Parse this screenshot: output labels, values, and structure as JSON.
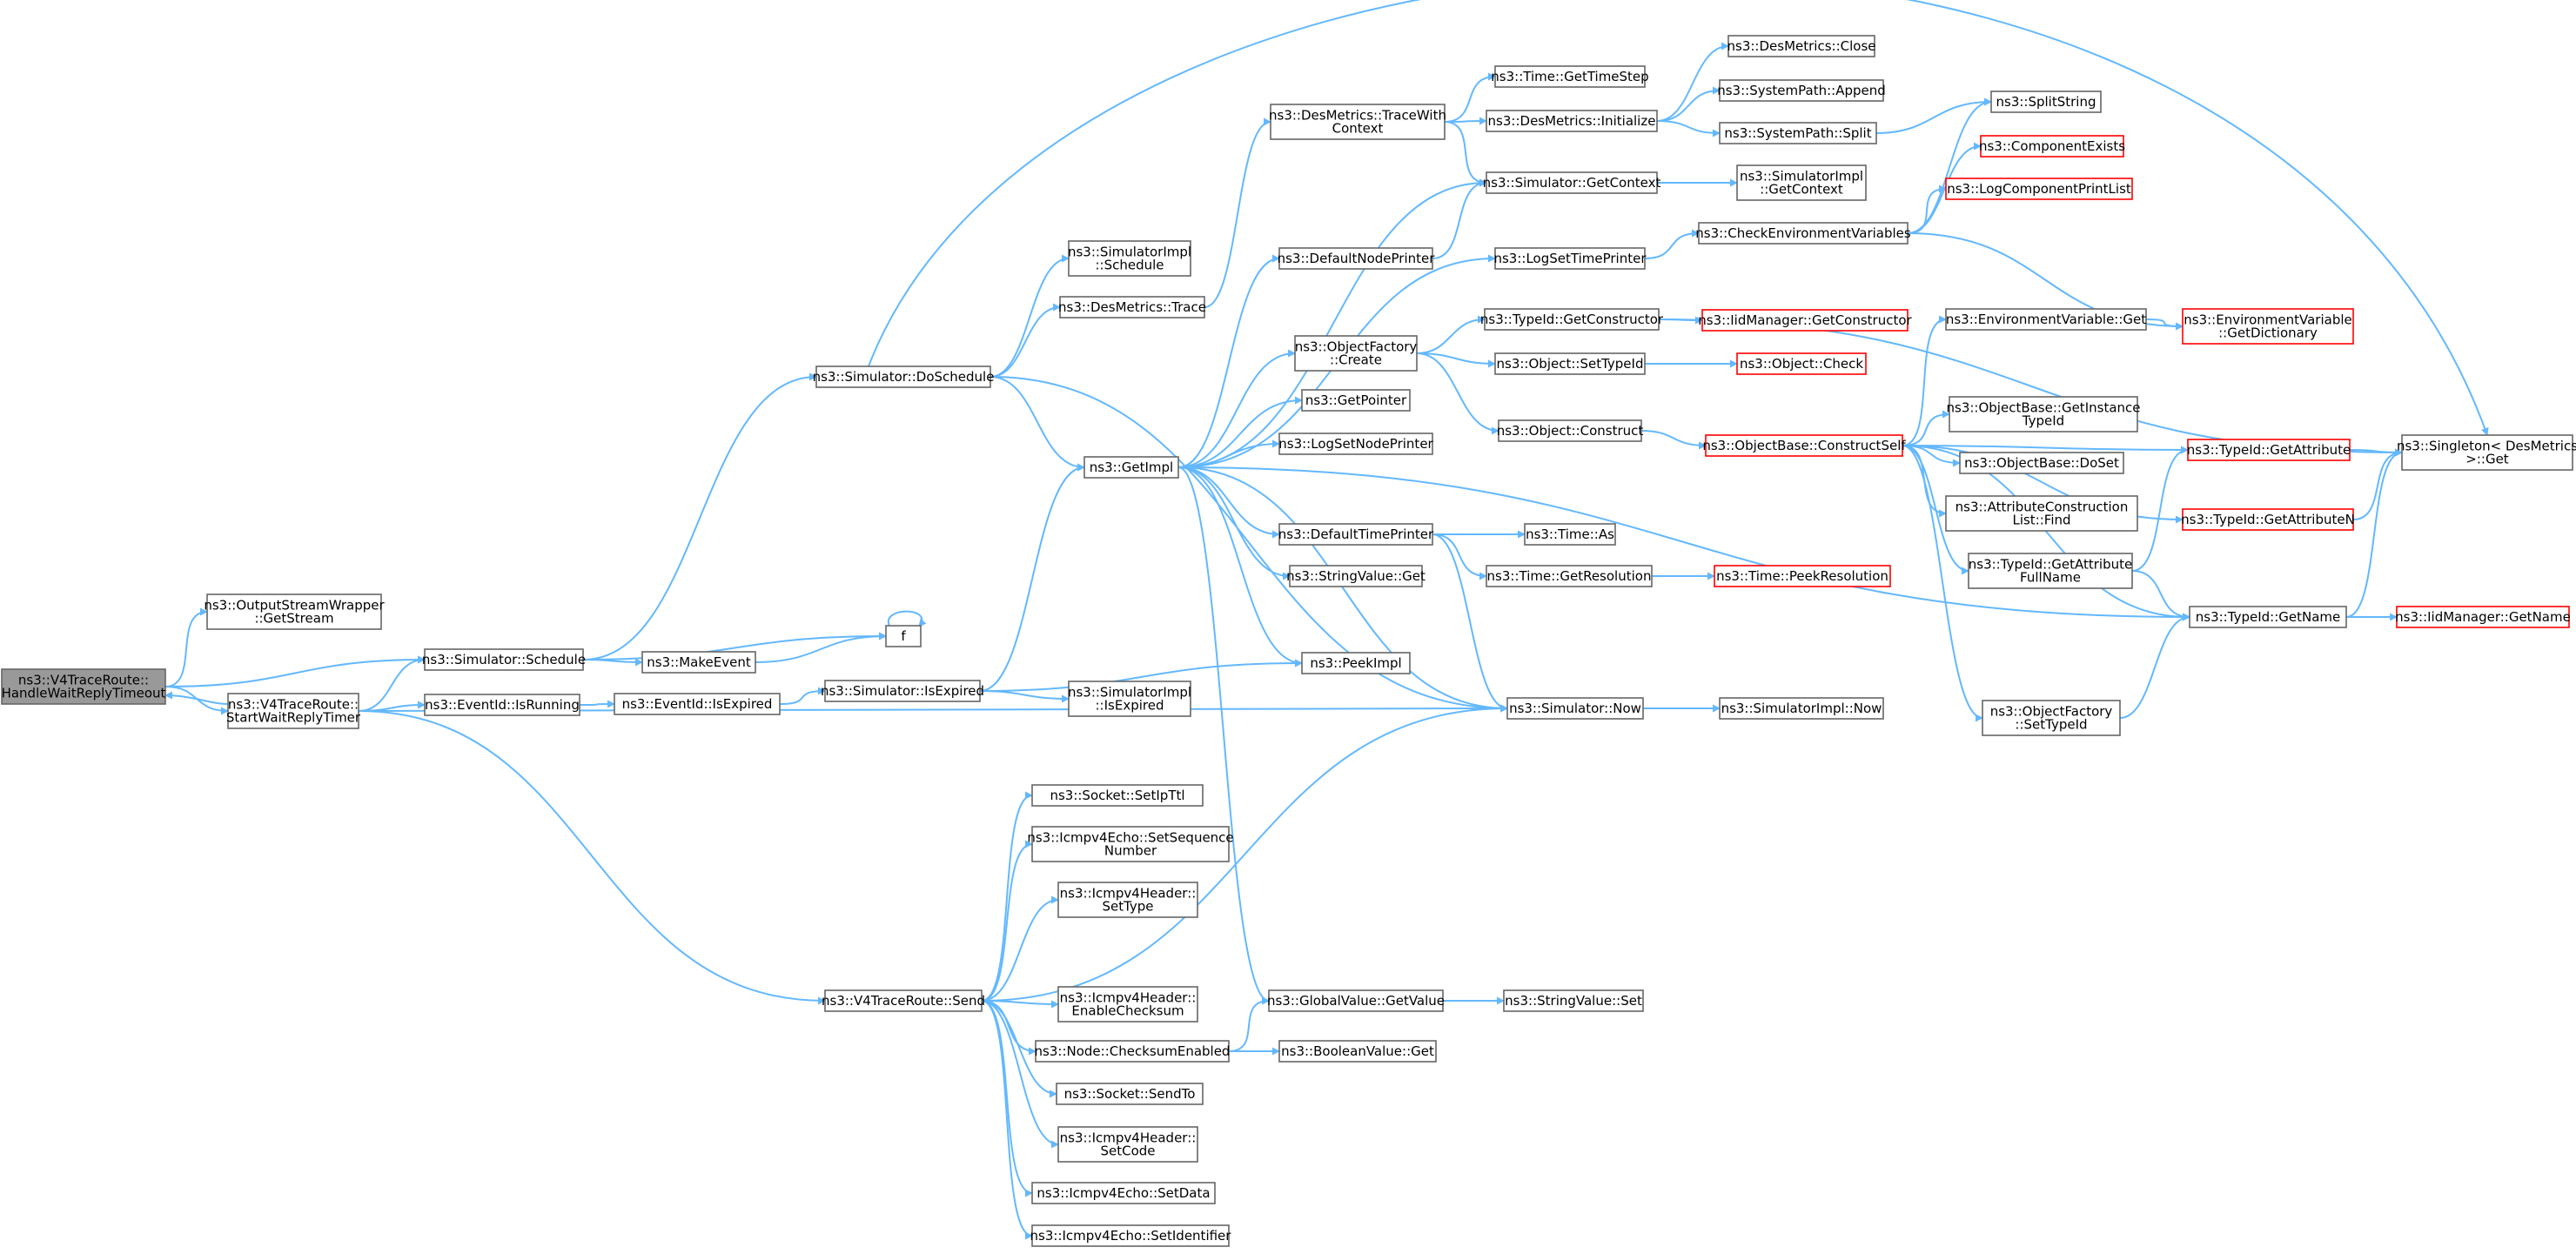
{
  "colors": {
    "edge": "#63b8ff",
    "node_border": "#666666",
    "incomplete_border": "#ff0000",
    "root_fill": "#999999"
  },
  "nodes": {
    "root": [
      "ns3::V4TraceRoute::",
      "HandleWaitReplyTimeout"
    ],
    "ow_getstream": [
      "ns3::OutputStreamWrapper",
      "::GetStream"
    ],
    "startwait": [
      "ns3::V4TraceRoute::",
      "StartWaitReplyTimer"
    ],
    "sim_schedule": [
      "ns3::Simulator::Schedule"
    ],
    "eventid_isrunning": [
      "ns3::EventId::IsRunning"
    ],
    "v4_send": [
      "ns3::V4TraceRoute::Send"
    ],
    "sim_doschedule": [
      "ns3::Simulator::DoSchedule"
    ],
    "makeevent": [
      "ns3::MakeEvent"
    ],
    "f": [
      "f"
    ],
    "eventid_isexpired": [
      "ns3::EventId::IsExpired"
    ],
    "sim_isexpired": [
      "ns3::Simulator::IsExpired"
    ],
    "simimpl_isexpired": [
      "ns3::SimulatorImpl",
      "::IsExpired"
    ],
    "simimpl_schedule": [
      "ns3::SimulatorImpl",
      "::Schedule"
    ],
    "desmetrics_trace": [
      "ns3::DesMetrics::Trace"
    ],
    "getimpl": [
      "ns3::GetImpl"
    ],
    "desmetrics_tracewith": [
      "ns3::DesMetrics::TraceWith",
      "Context"
    ],
    "defaultnodeprinter": [
      "ns3::DefaultNodePrinter"
    ],
    "objfactory_create": [
      "ns3::ObjectFactory",
      "::Create"
    ],
    "getpointer": [
      "ns3::GetPointer"
    ],
    "logsetnodeprinter": [
      "ns3::LogSetNodePrinter"
    ],
    "defaulttimeprinter": [
      "ns3::DefaultTimePrinter"
    ],
    "stringvalue_get": [
      "ns3::StringValue::Get"
    ],
    "peekimpl": [
      "ns3::PeekImpl"
    ],
    "globalvalue_getvalue": [
      "ns3::GlobalValue::GetValue"
    ],
    "stringvalue_set": [
      "ns3::StringValue::Set"
    ],
    "socket_setipttl": [
      "ns3::Socket::SetIpTtl"
    ],
    "echo_setseq": [
      "ns3::Icmpv4Echo::SetSequence",
      "Number"
    ],
    "hdr_settype": [
      "ns3::Icmpv4Header::",
      "SetType"
    ],
    "hdr_enablechecksum": [
      "ns3::Icmpv4Header::",
      "EnableChecksum"
    ],
    "node_checksumenabled": [
      "ns3::Node::ChecksumEnabled"
    ],
    "booleanvalue_get": [
      "ns3::BooleanValue::Get"
    ],
    "socket_sendto": [
      "ns3::Socket::SendTo"
    ],
    "hdr_setcode": [
      "ns3::Icmpv4Header::",
      "SetCode"
    ],
    "echo_setdata": [
      "ns3::Icmpv4Echo::SetData"
    ],
    "echo_setid": [
      "ns3::Icmpv4Echo::SetIdentifier"
    ],
    "time_gettimestep": [
      "ns3::Time::GetTimeStep"
    ],
    "desmetrics_initialize": [
      "ns3::DesMetrics::Initialize"
    ],
    "desmetrics_close": [
      "ns3::DesMetrics::Close"
    ],
    "syspath_append": [
      "ns3::SystemPath::Append"
    ],
    "syspath_split": [
      "ns3::SystemPath::Split"
    ],
    "splitstring": [
      "ns3::SplitString"
    ],
    "sim_getcontext": [
      "ns3::Simulator::GetContext"
    ],
    "simimpl_getcontext": [
      "ns3::SimulatorImpl",
      "::GetContext"
    ],
    "logsettimeprinter": [
      "ns3::LogSetTimePrinter"
    ],
    "checkenv": [
      "ns3::CheckEnvironmentVariables"
    ],
    "componentexists": [
      "ns3::ComponentExists"
    ],
    "logcomponentprintlist": [
      "ns3::LogComponentPrintList"
    ],
    "typeid_getconstructor": [
      "ns3::TypeId::GetConstructor"
    ],
    "iidmgr_getconstructor": [
      "ns3::IidManager::GetConstructor"
    ],
    "object_settypeid": [
      "ns3::Object::SetTypeId"
    ],
    "object_check": [
      "ns3::Object::Check"
    ],
    "object_construct": [
      "ns3::Object::Construct"
    ],
    "objbase_constructself": [
      "ns3::ObjectBase::ConstructSelf"
    ],
    "time_as": [
      "ns3::Time::As"
    ],
    "time_getresolution": [
      "ns3::Time::GetResolution"
    ],
    "time_peekresolution": [
      "ns3::Time::PeekResolution"
    ],
    "sim_now": [
      "ns3::Simulator::Now"
    ],
    "simimpl_now": [
      "ns3::SimulatorImpl::Now"
    ],
    "envvar_get": [
      "ns3::EnvironmentVariable::Get"
    ],
    "envvar_getdict": [
      "ns3::EnvironmentVariable",
      "::GetDictionary"
    ],
    "objbase_getinstancetypeid": [
      "ns3::ObjectBase::GetInstance",
      "TypeId"
    ],
    "objbase_doset": [
      "ns3::ObjectBase::DoSet"
    ],
    "attrconstr_find": [
      "ns3::AttributeConstruction",
      "List::Find"
    ],
    "typeid_getattrfullname": [
      "ns3::TypeId::GetAttribute",
      "FullName"
    ],
    "objfactory_settypeid": [
      "ns3::ObjectFactory",
      "::SetTypeId"
    ],
    "typeid_getattribute": [
      "ns3::TypeId::GetAttribute"
    ],
    "typeid_getattributen": [
      "ns3::TypeId::GetAttributeN"
    ],
    "typeid_getname": [
      "ns3::TypeId::GetName"
    ],
    "iidmgr_getname": [
      "ns3::IidManager::GetName"
    ],
    "singleton_get": [
      "ns3::Singleton< DesMetrics",
      " >::Get"
    ]
  }
}
